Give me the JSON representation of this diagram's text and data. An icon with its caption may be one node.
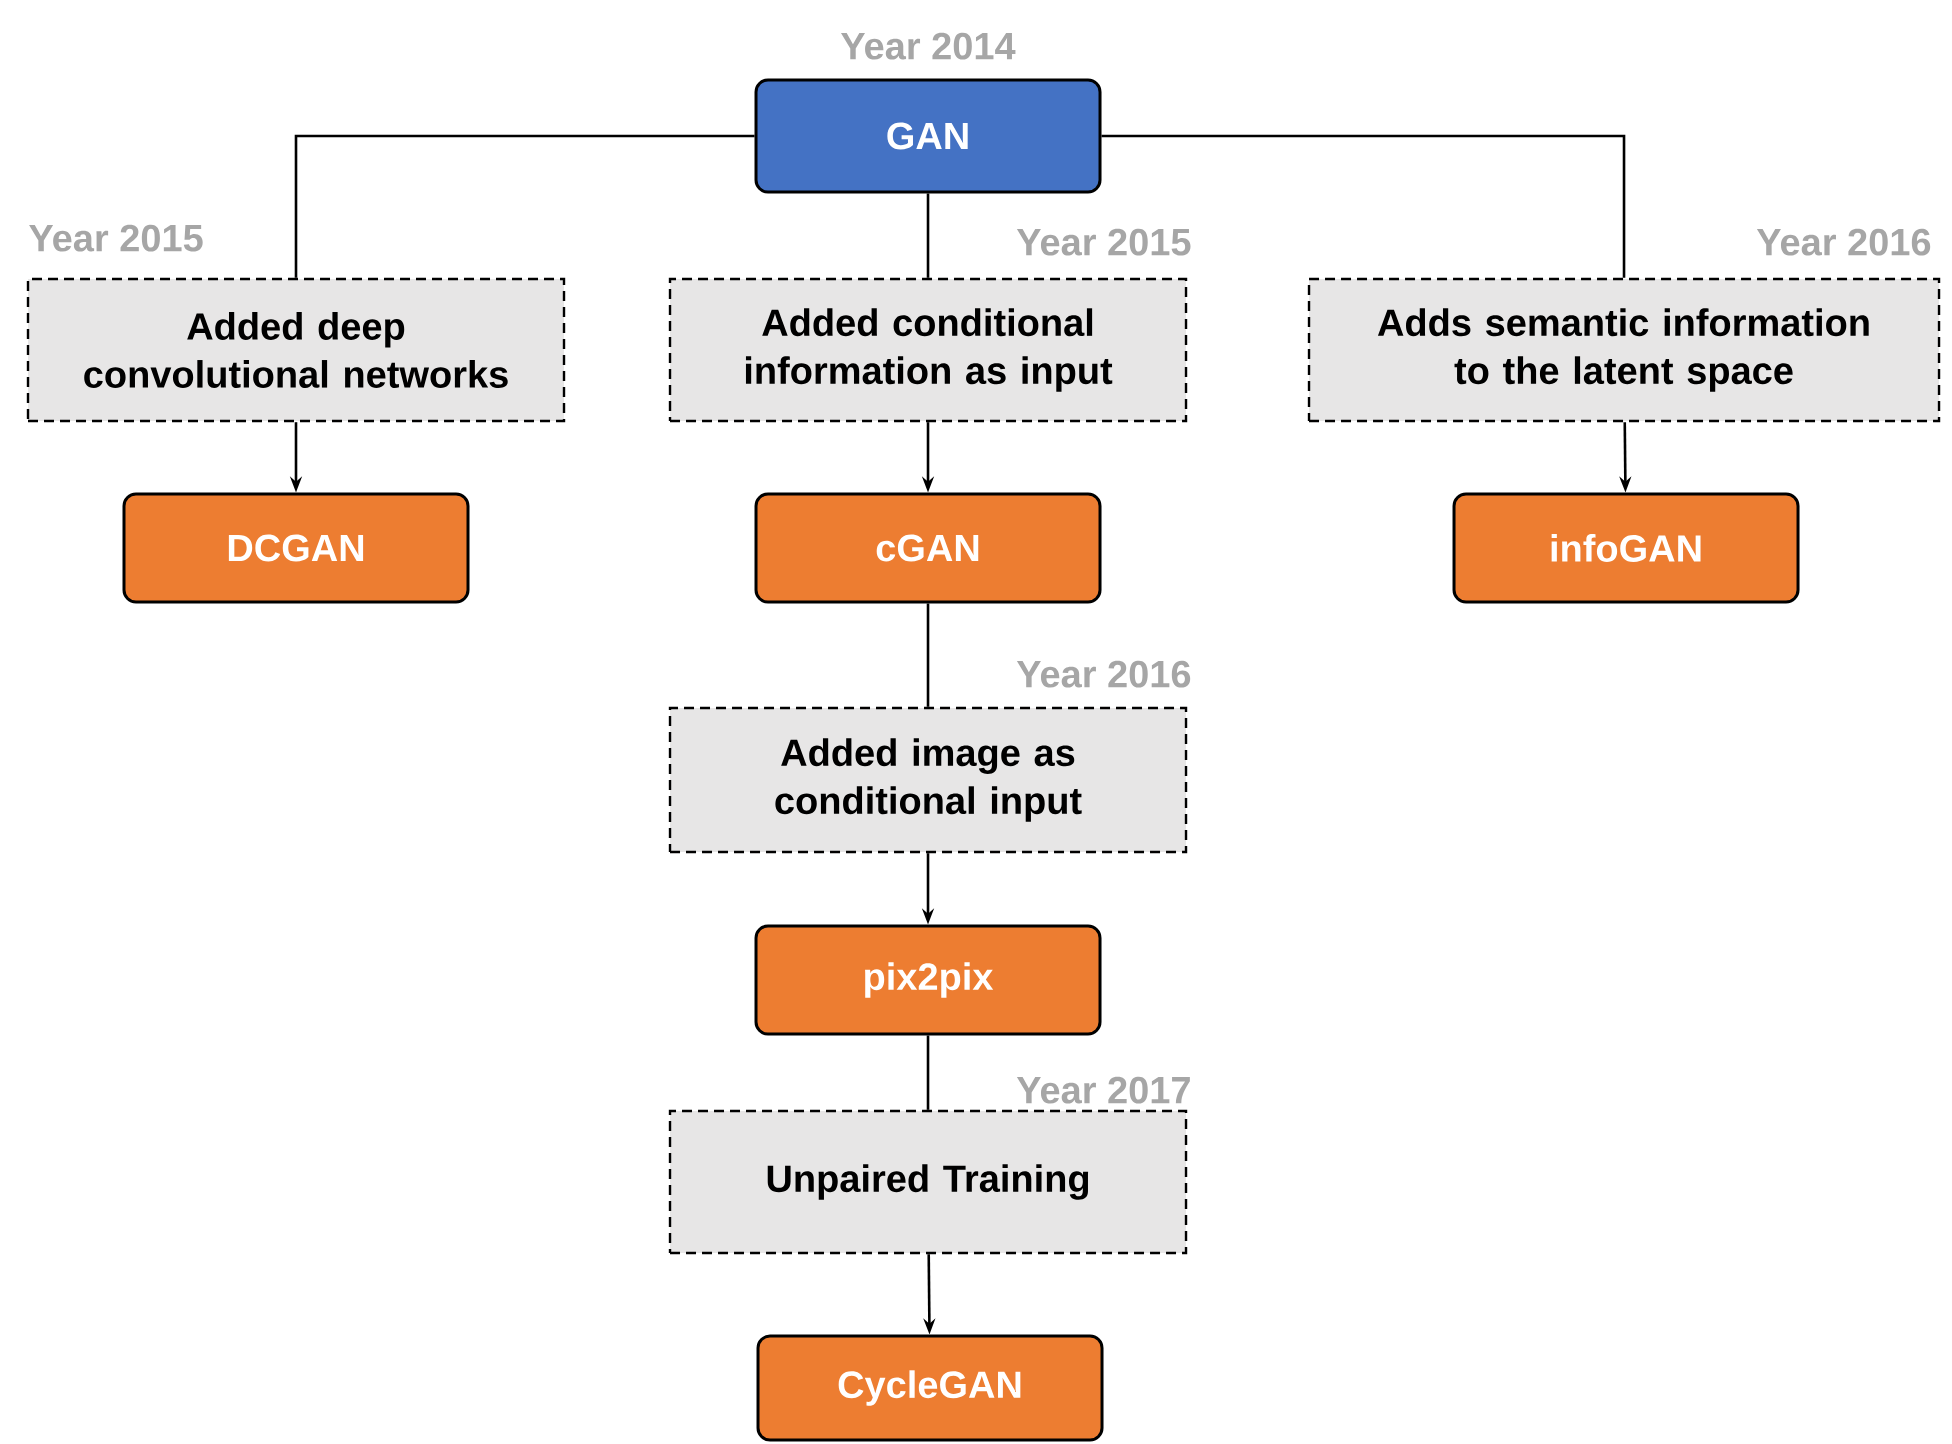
{
  "diagram": {
    "nodes": [
      {
        "text": [
          "GAN"
        ],
        "beside": [
          "Year 2014"
        ]
      },
      {
        "text": [
          "Added deep convolutional networks"
        ],
        "beside": [
          "Year 2015"
        ]
      },
      {
        "text": [
          "Added conditional information as input"
        ],
        "beside": [
          "Year 2015"
        ]
      },
      {
        "text": [
          "Adds semantic information to the latent space"
        ],
        "beside": [
          "Year 2016"
        ]
      },
      {
        "text": [
          "DCGAN"
        ]
      },
      {
        "text": [
          "cGAN"
        ]
      },
      {
        "text": [
          "infoGAN"
        ]
      },
      {
        "text": [
          "Added image as conditional input"
        ],
        "beside": [
          "Year 2016"
        ]
      },
      {
        "text": [
          "pix2pix"
        ]
      },
      {
        "text": [
          "Unpaired Training"
        ],
        "beside": [
          "Year 2017"
        ]
      },
      {
        "text": [
          "CycleGAN"
        ]
      }
    ],
    "edges": [
      {
        "from": 0,
        "to": 1,
        "arrow": "none"
      },
      {
        "from": 0,
        "to": 2,
        "arrow": "none"
      },
      {
        "from": 0,
        "to": 3,
        "arrow": "none"
      },
      {
        "from": 1,
        "to": 4,
        "arrow": "to"
      },
      {
        "from": 2,
        "to": 5,
        "arrow": "to"
      },
      {
        "from": 3,
        "to": 6,
        "arrow": "to"
      },
      {
        "from": 5,
        "to": 7,
        "arrow": "none"
      },
      {
        "from": 7,
        "to": 8,
        "arrow": "to"
      },
      {
        "from": 8,
        "to": 9,
        "arrow": "none"
      },
      {
        "from": 9,
        "to": 10,
        "arrow": "to"
      }
    ]
  }
}
